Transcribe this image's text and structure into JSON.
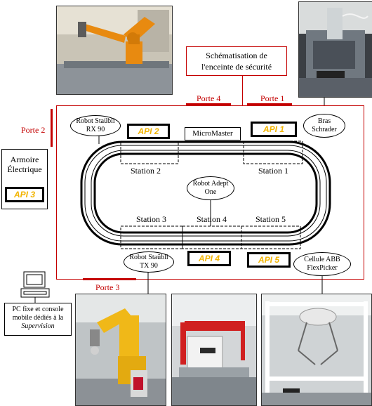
{
  "title": {
    "line1": "Schématisation de",
    "line2": "l'enceinte de sécurité"
  },
  "doors": {
    "porte1": "Porte 1",
    "porte2": "Porte 2",
    "porte3": "Porte 3",
    "porte4": "Porte 4"
  },
  "api": {
    "api1": "API 1",
    "api2": "API 2",
    "api3": "API 3",
    "api4": "API 4",
    "api5": "API 5"
  },
  "stations": {
    "s1": "Station 1",
    "s2": "Station 2",
    "s3": "Station 3",
    "s4": "Station 4",
    "s5": "Station 5"
  },
  "micromaster": "MicroMaster",
  "armoire": {
    "line1": "Armoire",
    "line2": "Électrique"
  },
  "callouts": {
    "rx90": {
      "line1": "Robot Staübli",
      "line2": "RX 90"
    },
    "bras": {
      "line1": "Bras",
      "line2": "Schrader"
    },
    "adept": {
      "line1": "Robot Adept",
      "line2": "One"
    },
    "tx90": {
      "line1": "Robot Staübli",
      "line2": "TX 90"
    },
    "abb": {
      "line1": "Cellule ABB",
      "line2": "FlexPicker"
    }
  },
  "pc": {
    "line1": "PC fixe et console",
    "line2": "mobile dédiés à la",
    "line3": "Supervision"
  },
  "colors": {
    "accent_red": "#c40000",
    "api_text": "#f2b400",
    "robot_orange": "#e88a10",
    "robot_yellow": "#f0b818"
  }
}
